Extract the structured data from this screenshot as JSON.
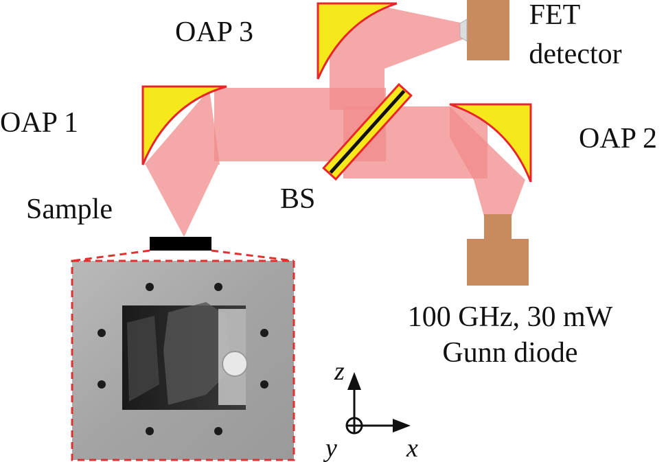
{
  "labels": {
    "oap3": "OAP 3",
    "oap1": "OAP 1",
    "oap2": "OAP 2",
    "fet_line1": "FET",
    "fet_line2": "detector",
    "bs": "BS",
    "sample": "Sample",
    "source_line1": "100 GHz, 30 mW",
    "source_line2": "Gunn diode"
  },
  "axes": {
    "z": "z",
    "x": "x",
    "y": "y"
  },
  "colors": {
    "beam": "#f28b8b",
    "mirror_fill": "#f7e81c",
    "mirror_edge": "#e8252a",
    "device": "#c98a5e",
    "sample": "#000000",
    "inset_border": "#e03030"
  }
}
